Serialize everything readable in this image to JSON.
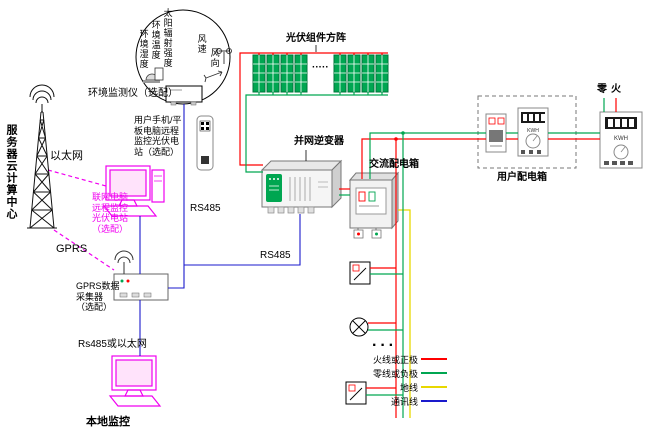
{
  "diagram": {
    "left": {
      "server_center": "服务器云计算中心",
      "ethernet": "以太网",
      "gprs": "GPRS",
      "pc_remote": "联网电脑\n远程监控\n光伏电站\n（选配）",
      "phone_remote": "用户手机/平\n板电脑远程\n监控光伏电\n站（选配）",
      "gprs_collector": "GPRS数据\n采集器\n（选配）",
      "rs485_or_ethernet": "Rs485或以太网",
      "local_monitor": "本地监控"
    },
    "env": {
      "monitor_label": "环境监测仪（选配）",
      "solar_radiation": "太阳辐射强度",
      "ambient_temperature": "环境温度",
      "ambient_humidity": "环境湿度",
      "wind_speed": "风速",
      "wind_direction": "风向"
    },
    "pv": {
      "array_label": "光伏组件方阵",
      "dots": "·····"
    },
    "devices": {
      "inverter": "并网逆变器",
      "ac_box": "交流配电箱",
      "user_box": "用户配电箱",
      "neutral_live": "零火",
      "kwh": "KWH"
    },
    "comm": {
      "rs485_a": "RS485",
      "rs485_b": "RS485"
    },
    "loads_dots": "···",
    "legend": {
      "items": [
        {
          "label": "火线或正极",
          "color": "#ff0000"
        },
        {
          "label": "零线或负极",
          "color": "#00a651"
        },
        {
          "label": "地线",
          "color": "#e8d800"
        },
        {
          "label": "通讯线",
          "color": "#1a1acc"
        }
      ]
    }
  }
}
